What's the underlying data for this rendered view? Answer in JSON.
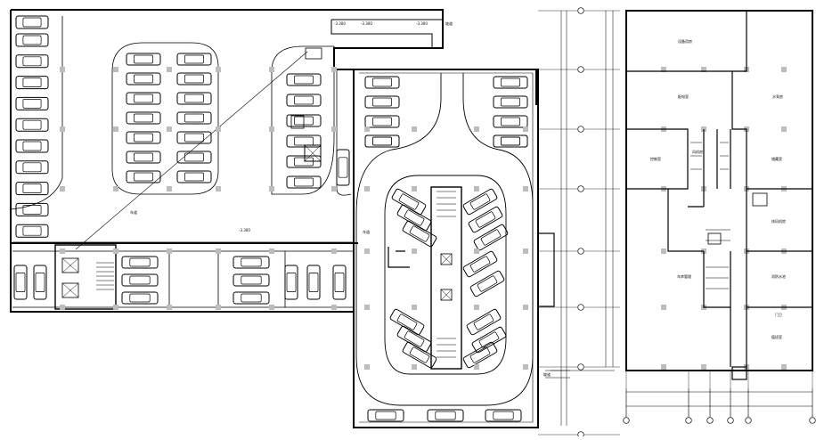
{
  "colors": {
    "background": "#ffffff",
    "line": "#000000",
    "column": "#bdbdbd"
  },
  "plan": {
    "labels": {
      "elev_1": "-3.300",
      "elev_2": "-3.300",
      "elev_3": "-3.300",
      "elev_4": "-3.300",
      "ramp_1": "坡道",
      "ramp_2": "坡道",
      "note_1": "车道",
      "note_2": "车道"
    }
  },
  "rooms": {
    "r1": "设备用房",
    "r2": "配电室",
    "r3": "水泵房",
    "r4": "控制室",
    "r5": "风机房",
    "r6": "储藏室",
    "r7": "车库管理",
    "r8": "消防水池",
    "r9": "排风机房",
    "r10": "值班室",
    "r11": "门卫"
  }
}
